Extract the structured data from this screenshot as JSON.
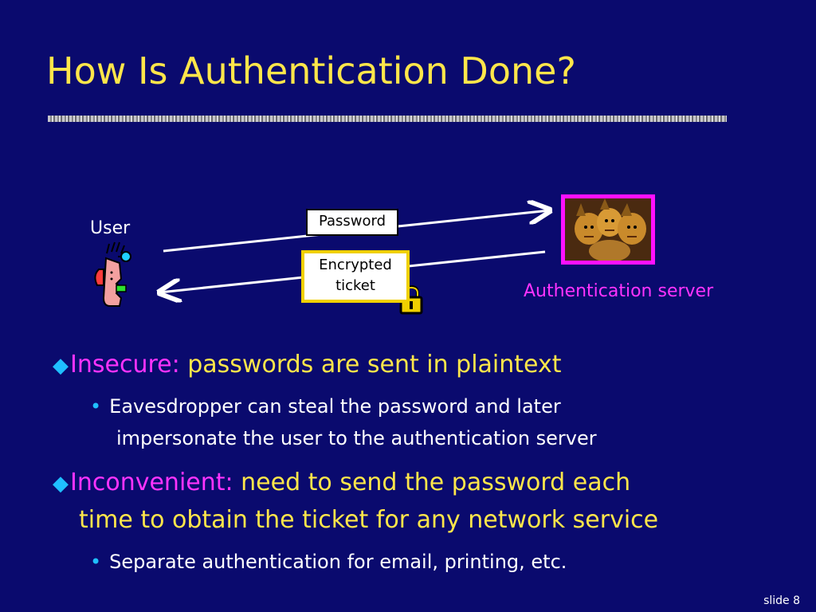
{
  "slide": {
    "title": "How Is Authentication Done?",
    "number": "slide 8"
  },
  "diagram": {
    "user_label": "User",
    "password_label": "Password",
    "ticket_line1": "Encrypted",
    "ticket_line2": "ticket",
    "server_label": "Authentication server"
  },
  "bullets": [
    {
      "keyword": "Insecure:",
      "text": " passwords are sent in plaintext",
      "subs": [
        {
          "line1": "Eavesdropper can steal the password and later",
          "line2": "impersonate the user to the authentication server"
        }
      ]
    },
    {
      "keyword": "Inconvenient:",
      "text_line1": " need to send the password each",
      "text_line2": "time to obtain the ticket for any network service",
      "subs": [
        {
          "line1": "Separate authentication for email, printing, etc."
        }
      ]
    }
  ],
  "colors": {
    "background": "#0a0a6e",
    "title": "#ffe64a",
    "keyword": "#ff33ff",
    "bullet_marker": "#1fbfff"
  }
}
